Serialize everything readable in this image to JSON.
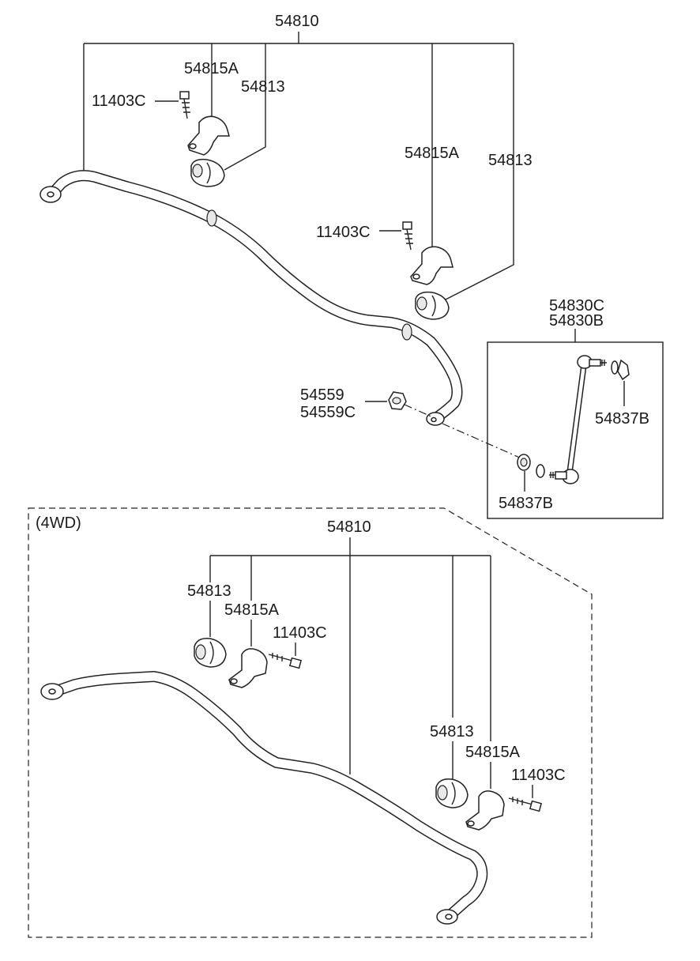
{
  "upper_assembly": {
    "stabilizer_bar": "54810",
    "bushing_left": "54813",
    "bracket_left": "54815A",
    "bolt_left": "11403C",
    "bracket_right": "54815A",
    "bushing_right": "54813",
    "bolt_right": "11403C",
    "nut_a": "54559",
    "nut_b": "54559C"
  },
  "link_box": {
    "link_c": "54830C",
    "link_b": "54830B",
    "ring_upper": "54837B",
    "ring_lower": "54837B"
  },
  "wd_section": {
    "title": "(4WD)",
    "stabilizer_bar": "54810",
    "bushing_left": "54813",
    "bracket_left": "54815A",
    "bolt_left": "11403C",
    "bushing_right": "54813",
    "bracket_right": "54815A",
    "bolt_right": "11403C"
  }
}
